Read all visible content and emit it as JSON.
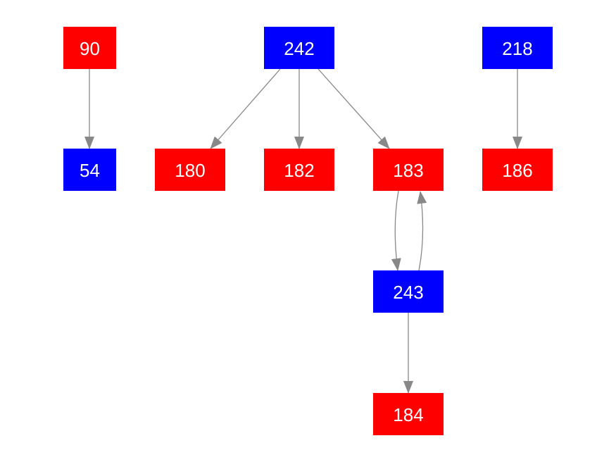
{
  "colors": {
    "red": "#ff0000",
    "blue": "#0000ff",
    "edge": "#888888",
    "text": "#ffffff",
    "background": "#ffffff"
  },
  "nodes": {
    "n90": {
      "label": "90",
      "color": "#ff0000"
    },
    "n54": {
      "label": "54",
      "color": "#0000ff"
    },
    "n242": {
      "label": "242",
      "color": "#0000ff"
    },
    "n180": {
      "label": "180",
      "color": "#ff0000"
    },
    "n182": {
      "label": "182",
      "color": "#ff0000"
    },
    "n183": {
      "label": "183",
      "color": "#ff0000"
    },
    "n218": {
      "label": "218",
      "color": "#0000ff"
    },
    "n186": {
      "label": "186",
      "color": "#ff0000"
    },
    "n243": {
      "label": "243",
      "color": "#0000ff"
    },
    "n184": {
      "label": "184",
      "color": "#ff0000"
    }
  },
  "edges": [
    {
      "from": "90",
      "to": "54"
    },
    {
      "from": "242",
      "to": "180"
    },
    {
      "from": "242",
      "to": "182"
    },
    {
      "from": "242",
      "to": "183"
    },
    {
      "from": "218",
      "to": "186"
    },
    {
      "from": "183",
      "to": "243"
    },
    {
      "from": "243",
      "to": "183"
    },
    {
      "from": "243",
      "to": "184"
    }
  ]
}
